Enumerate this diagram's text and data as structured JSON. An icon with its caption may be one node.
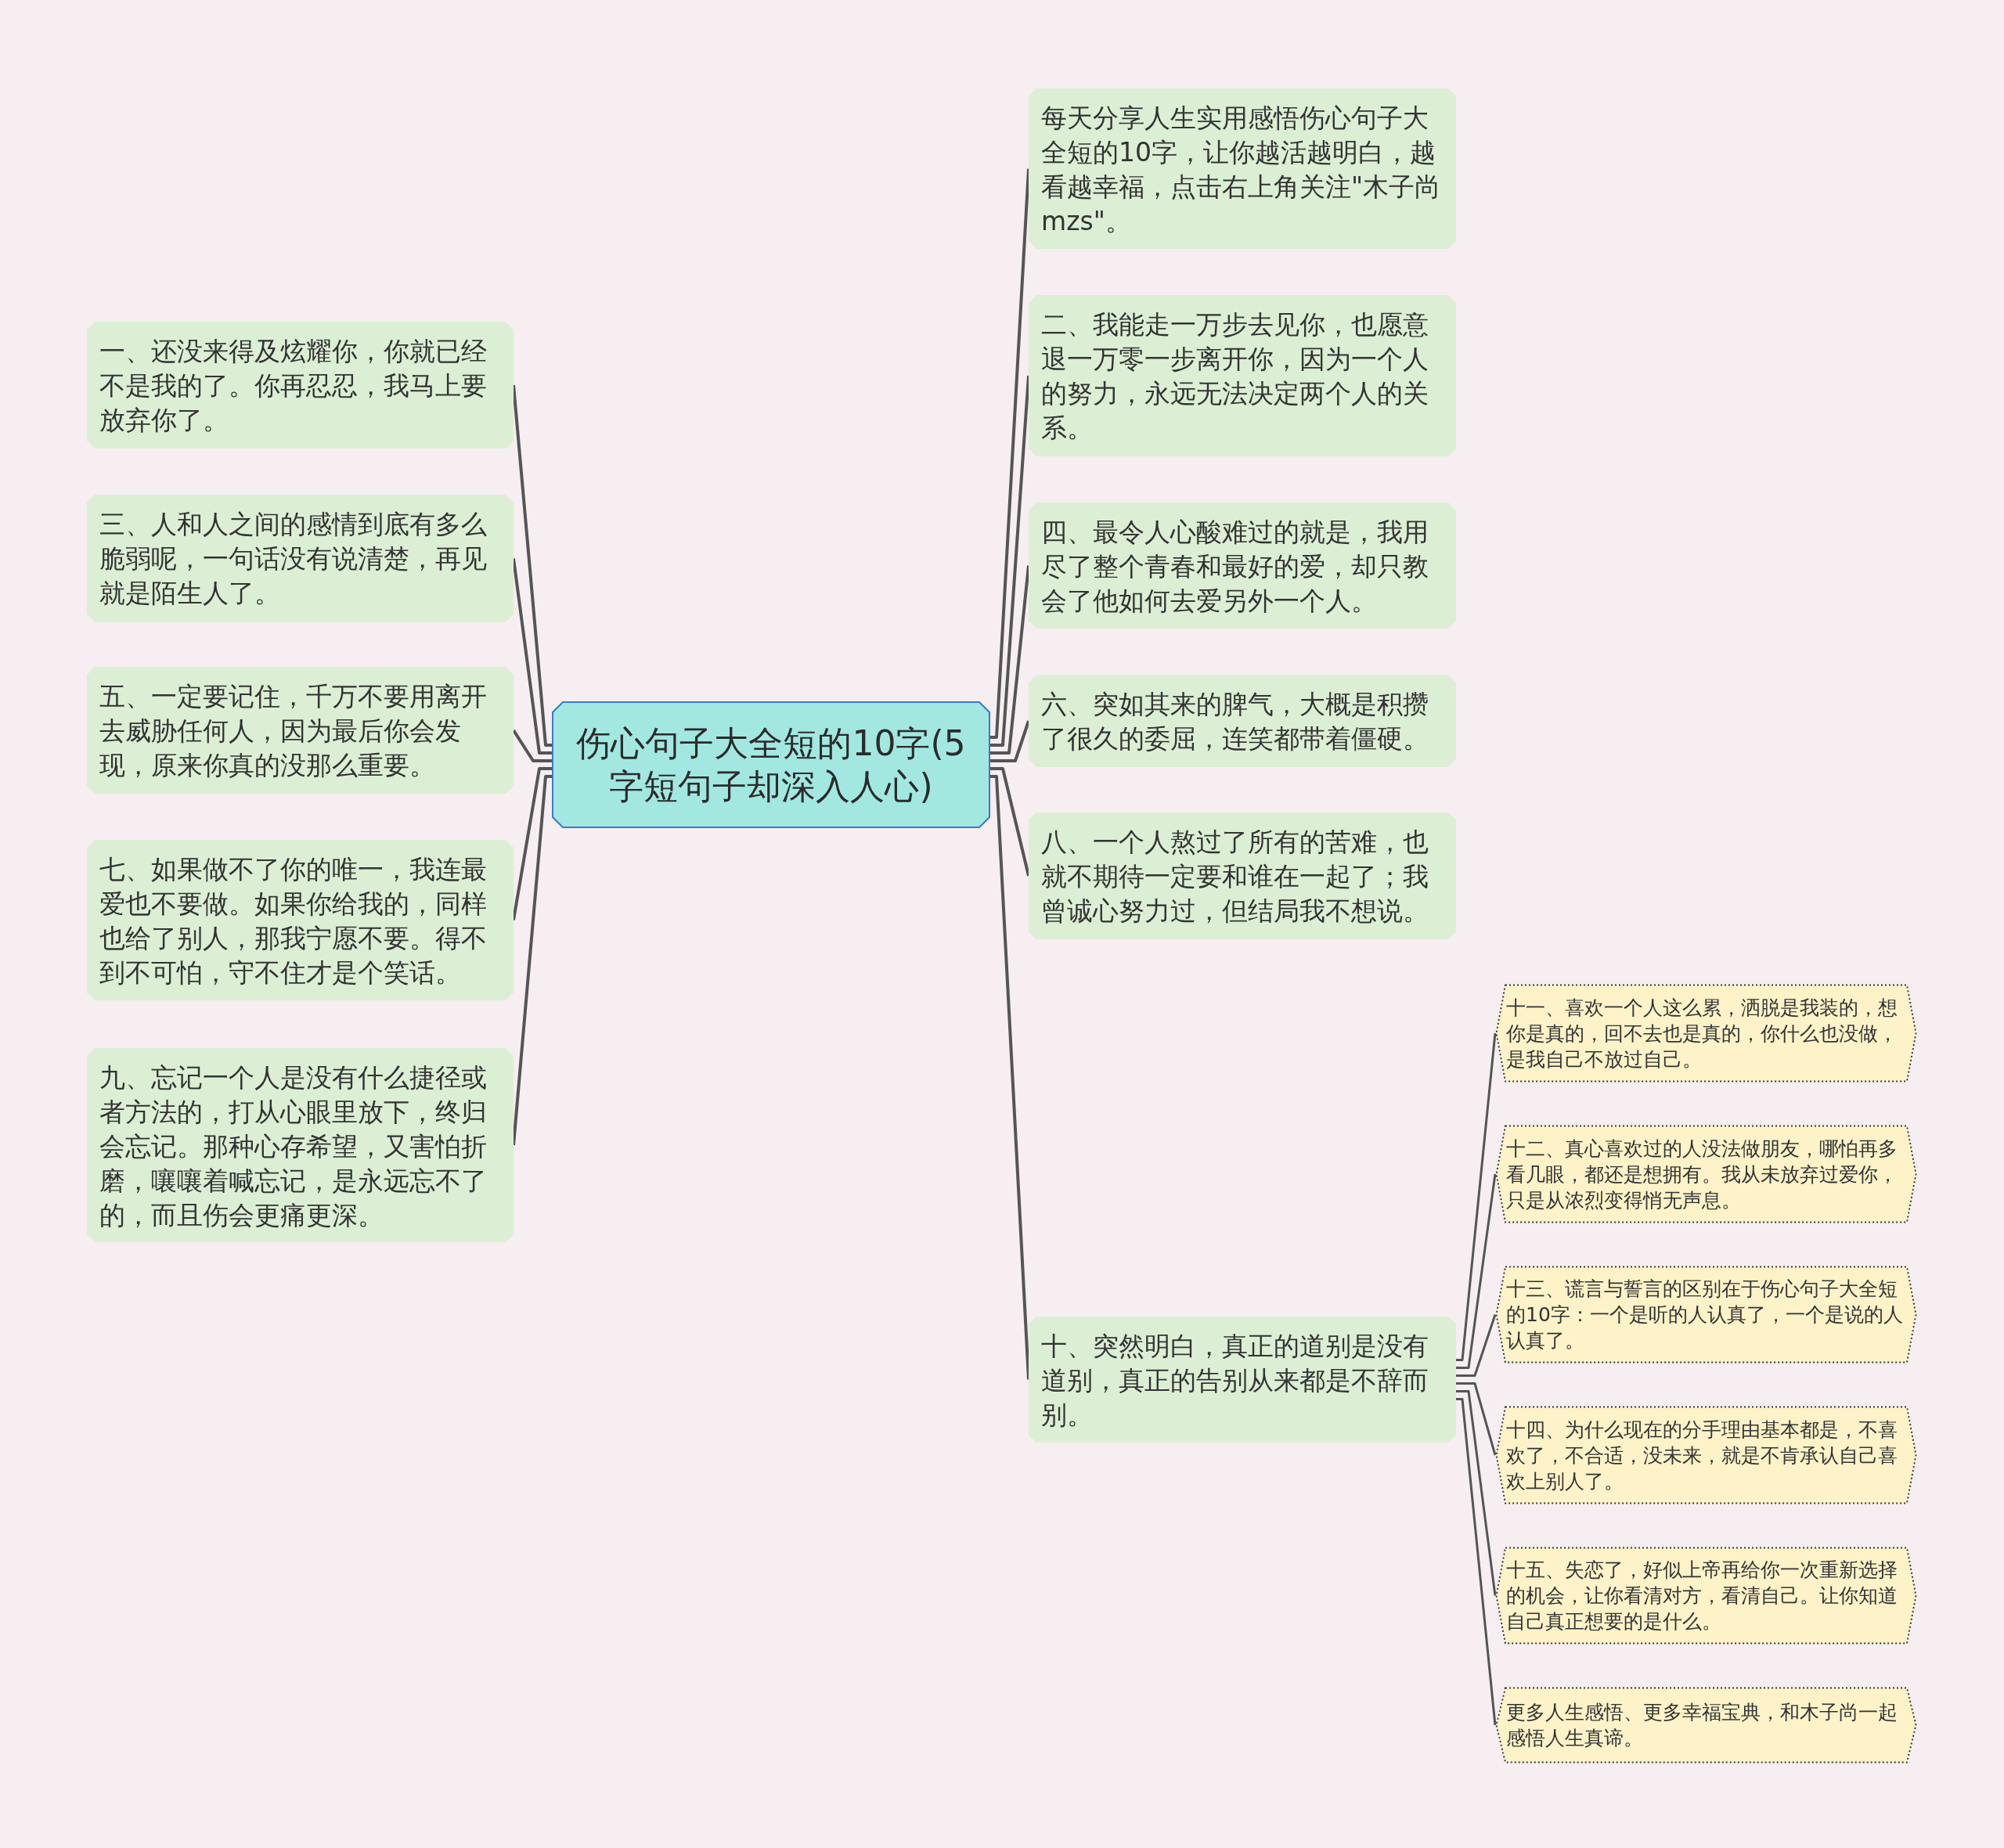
{
  "diagram": {
    "nodes": [
      {
        "text": [
          "伤心句子大全短的10字(5字短句子却深入人心)"
        ]
      },
      {
        "text": [
          "一、还没来得及炫耀你，你就已经不是我的了。你再忍忍，我马上要放弃你了。"
        ]
      },
      {
        "text": [
          "三、人和人之间的感情到底有多么脆弱呢，一句话没有说清楚，再见就是陌生人了。"
        ]
      },
      {
        "text": [
          "五、一定要记住，千万不要用离开去威胁任何人，因为最后你会发现，原来你真的没那么重要。"
        ]
      },
      {
        "text": [
          "七、如果做不了你的唯一，我连最爱也不要做。如果你给我的，同样也给了别人，那我宁愿不要。得不到不可怕，守不住才是个笑话。"
        ]
      },
      {
        "text": [
          "九、忘记一个人是没有什么捷径或者方法的，打从心眼里放下，终归会忘记。那种心存希望，又害怕折磨，嚷嚷着喊忘记，是永远忘不了的，而且伤会更痛更深。"
        ]
      },
      {
        "text": [
          "每天分享人生实用感悟伤心句子大全短的10字，让你越活越明白，越看越幸福，点击右上角关注\"木子尚mzs\"。"
        ]
      },
      {
        "text": [
          "二、我能走一万步去见你，也愿意退一万零一步离开你，因为一个人的努力，永远无法决定两个人的关系。"
        ]
      },
      {
        "text": [
          "四、最令人心酸难过的就是，我用尽了整个青春和最好的爱，却只教会了他如何去爱另外一个人。"
        ]
      },
      {
        "text": [
          "六、突如其来的脾气，大概是积攒了很久的委屈，连笑都带着僵硬。"
        ]
      },
      {
        "text": [
          "八、一个人熬过了所有的苦难，也就不期待一定要和谁在一起了；我曾诚心努力过，但结局我不想说。"
        ]
      },
      {
        "text": [
          "十、突然明白，真正的道别是没有道别，真正的告别从来都是不辞而别。"
        ]
      },
      {
        "text": [
          "十一、喜欢一个人这么累，洒脱是我装的，想你是真的，回不去也是真的，你什么也没做，是我自己不放过自己。"
        ]
      },
      {
        "text": [
          "十二、真心喜欢过的人没法做朋友，哪怕再多看几眼，都还是想拥有。我从未放弃过爱你，只是从浓烈变得悄无声息。"
        ]
      },
      {
        "text": [
          "十三、谎言与誓言的区别在于伤心句子大全短的10字：一个是听的人认真了，一个是说的人认真了。"
        ]
      },
      {
        "text": [
          "十四、为什么现在的分手理由基本都是，不喜欢了，不合适，没未来，就是不肯承认自己喜欢上别人了。"
        ]
      },
      {
        "text": [
          "十五、失恋了，好似上帝再给你一次重新选择的机会，让你看清对方，看清自己。让你知道自己真正想要的是什么。"
        ]
      },
      {
        "text": [
          "更多人生感悟、更多幸福宝典，和木子尚一起感悟人生真谛。"
        ]
      }
    ],
    "edges": [
      {
        "from": 0,
        "to": 1,
        "arrow": "none"
      },
      {
        "from": 0,
        "to": 2,
        "arrow": "none"
      },
      {
        "from": 0,
        "to": 3,
        "arrow": "none"
      },
      {
        "from": 0,
        "to": 4,
        "arrow": "none"
      },
      {
        "from": 0,
        "to": 5,
        "arrow": "none"
      },
      {
        "from": 0,
        "to": 6,
        "arrow": "none"
      },
      {
        "from": 0,
        "to": 7,
        "arrow": "none"
      },
      {
        "from": 0,
        "to": 8,
        "arrow": "none"
      },
      {
        "from": 0,
        "to": 9,
        "arrow": "none"
      },
      {
        "from": 0,
        "to": 10,
        "arrow": "none"
      },
      {
        "from": 0,
        "to": 11,
        "arrow": "none"
      },
      {
        "from": 11,
        "to": 12,
        "arrow": "none"
      },
      {
        "from": 11,
        "to": 13,
        "arrow": "none"
      },
      {
        "from": 11,
        "to": 14,
        "arrow": "none"
      },
      {
        "from": 11,
        "to": 15,
        "arrow": "none"
      },
      {
        "from": 11,
        "to": 16,
        "arrow": "none"
      },
      {
        "from": 11,
        "to": 17,
        "arrow": "none"
      }
    ]
  }
}
